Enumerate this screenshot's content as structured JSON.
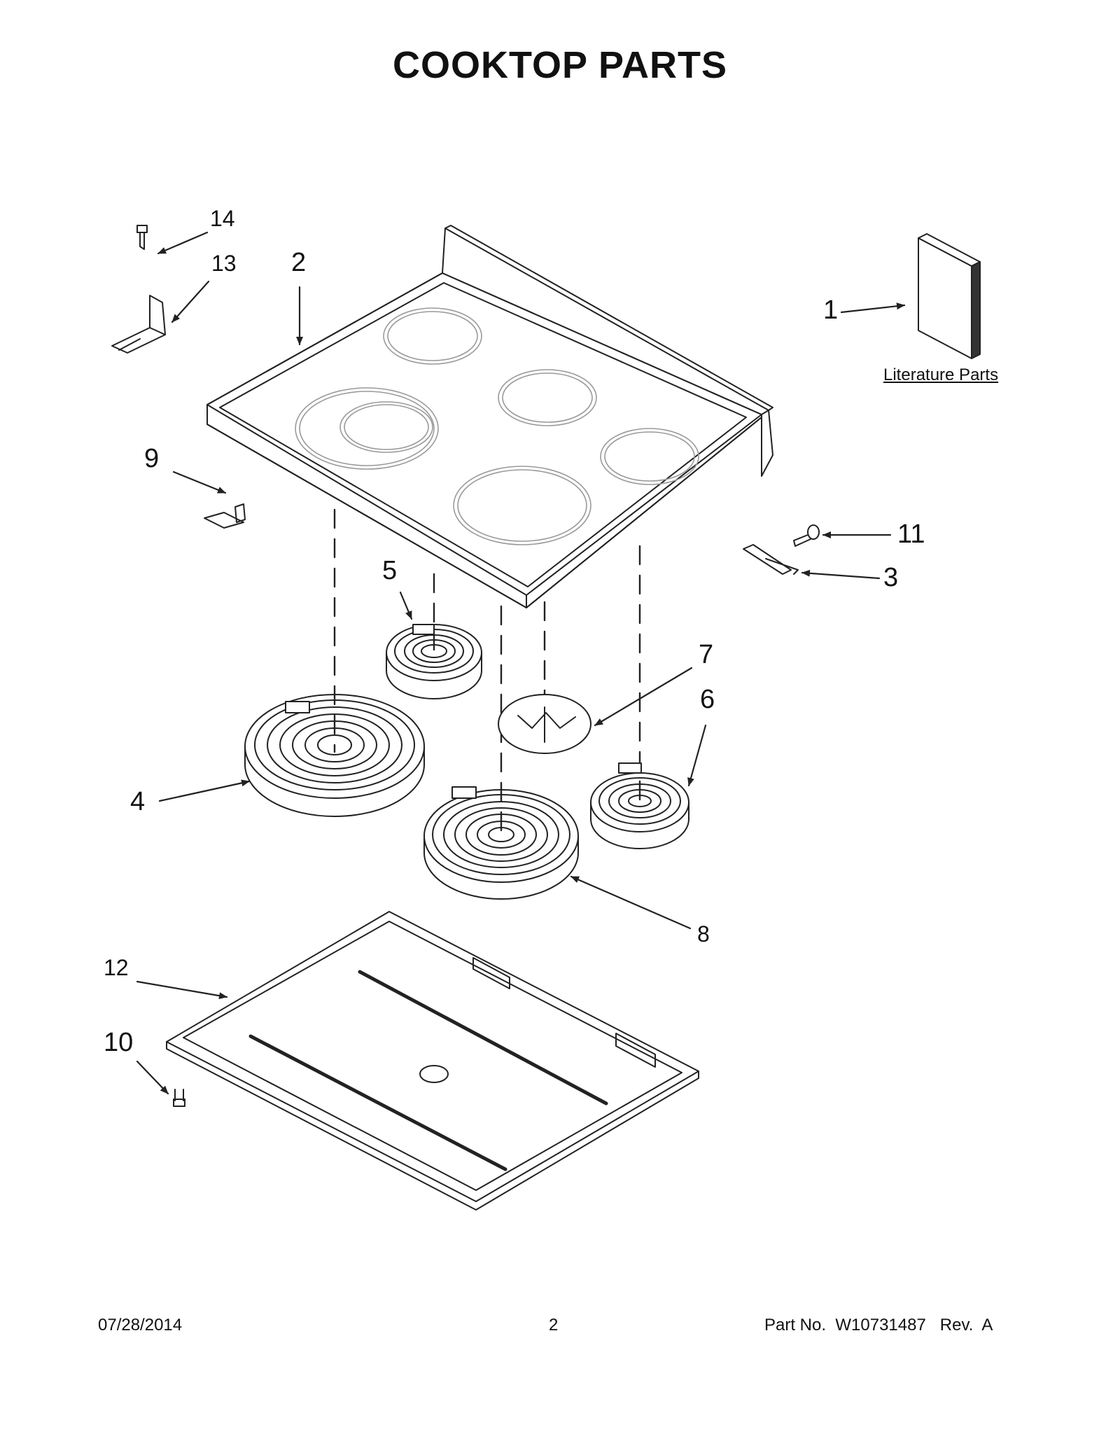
{
  "title": "COOKTOP  PARTS",
  "callouts": {
    "c1": "1",
    "c2": "2",
    "c3": "3",
    "c4": "4",
    "c5": "5",
    "c6": "6",
    "c7": "7",
    "c8": "8",
    "c9": "9",
    "c10": "10",
    "c11": "11",
    "c12": "12",
    "c13": "13",
    "c14": "14"
  },
  "literature_label": "Literature Parts",
  "footer": {
    "date": "07/28/2014",
    "page": "2",
    "part_no": "Part No.  W10731487   Rev.  A"
  },
  "colors": {
    "line": "#222222",
    "faint": "#9a9a9a",
    "text": "#111111"
  }
}
